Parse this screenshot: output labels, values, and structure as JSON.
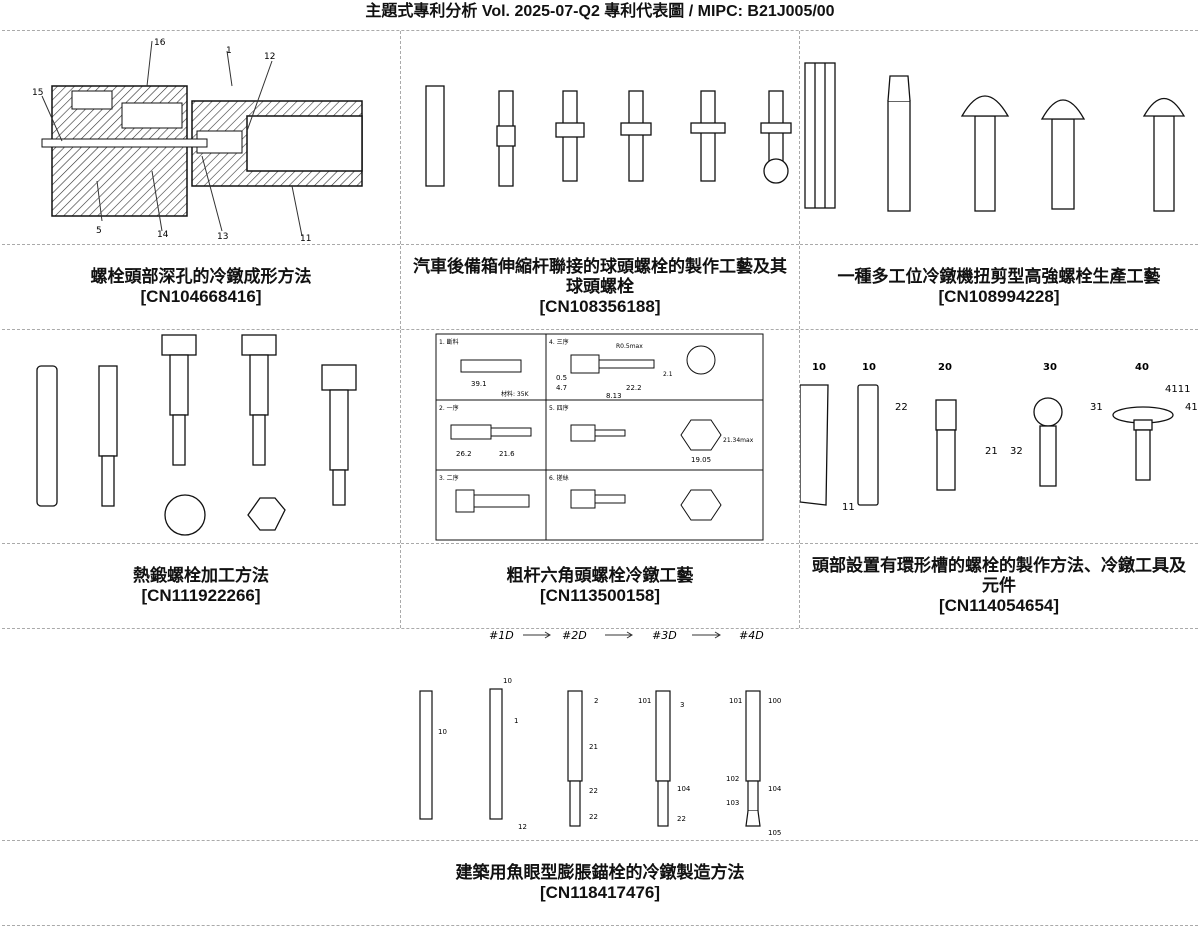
{
  "header": {
    "title": "主題式專利分析  Vol. 2025-07-Q2  專利代表圖  /  MIPC:  B21J005/00"
  },
  "patents": [
    {
      "title": "螺栓頭部深孔的冷鐓成形方法",
      "number": "[CN104668416]",
      "labels": [
        "16",
        "1",
        "12",
        "15",
        "5",
        "14",
        "13",
        "11"
      ]
    },
    {
      "title": "汽車後備箱伸縮杆聯接的球頭螺栓的製作工藝及其球頭螺栓",
      "number": "[CN108356188]"
    },
    {
      "title": "一種多工位冷鐓機扭剪型高強螺栓生產工藝",
      "number": "[CN108994228]"
    },
    {
      "title": "熱鍛螺栓加工方法",
      "number": "[CN111922266]"
    },
    {
      "title": "粗杆六角頭螺栓冷鐓工藝",
      "number": "[CN113500158]",
      "steps": [
        "1. 斷料",
        "2. 一序",
        "3. 二序",
        "4. 三序",
        "5. 四序",
        "6. 搓絲"
      ],
      "dims": [
        "39.1",
        "材料: 35K",
        "26.2",
        "21.6",
        "8.13",
        "22.2",
        "19.05",
        "21.34max",
        "4.7",
        "0.5",
        "R0.5max",
        "2.1"
      ]
    },
    {
      "title": "頭部設置有環形槽的螺栓的製作方法、冷鐓工具及元件",
      "number": "[CN114054654]",
      "labels": [
        "10",
        "10",
        "20",
        "30",
        "40",
        "22",
        "21",
        "31",
        "32",
        "4111",
        "41",
        "11"
      ]
    },
    {
      "title": "建築用魚眼型膨脹錨栓的冷鐓製造方法",
      "number": "[CN118417476]",
      "stages": [
        "#1D",
        "#2D",
        "#3D",
        "#4D"
      ],
      "labels": [
        "10",
        "10",
        "1",
        "2",
        "21",
        "22",
        "22",
        "12",
        "101",
        "3",
        "104",
        "22",
        "101",
        "100",
        "102",
        "104",
        "103",
        "105"
      ]
    }
  ]
}
